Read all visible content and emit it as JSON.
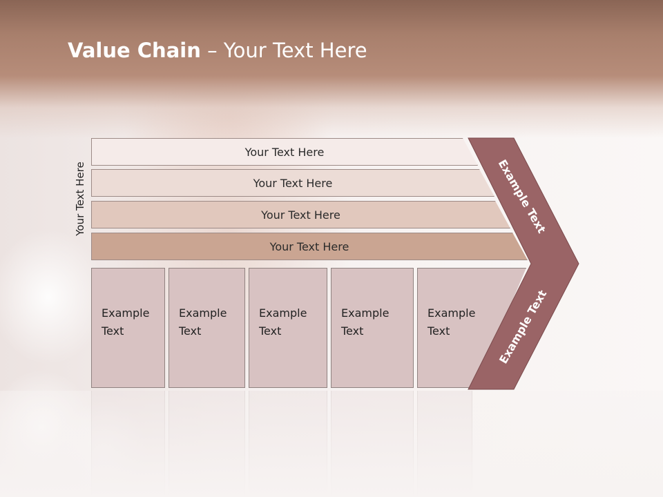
{
  "slide": {
    "title_bold": "Value Chain",
    "title_rest": " – Your Text Here",
    "side_label": "Your Text Here"
  },
  "support_rows": [
    {
      "label": "Your Text Here",
      "color": "#f5ebe9"
    },
    {
      "label": "Your Text Here",
      "color": "#ecdcd6"
    },
    {
      "label": "Your Text Here",
      "color": "#e1c8bd"
    },
    {
      "label": "Your Text Here",
      "color": "#caa592"
    }
  ],
  "primary_boxes": [
    {
      "label": "Example Text"
    },
    {
      "label": "Example Text"
    },
    {
      "label": "Example Text"
    },
    {
      "label": "Example Text"
    },
    {
      "label": "Example Text"
    }
  ],
  "arrow": {
    "upper_label": "Example Text",
    "lower_label": "Example Text",
    "color": "#9a6466"
  }
}
